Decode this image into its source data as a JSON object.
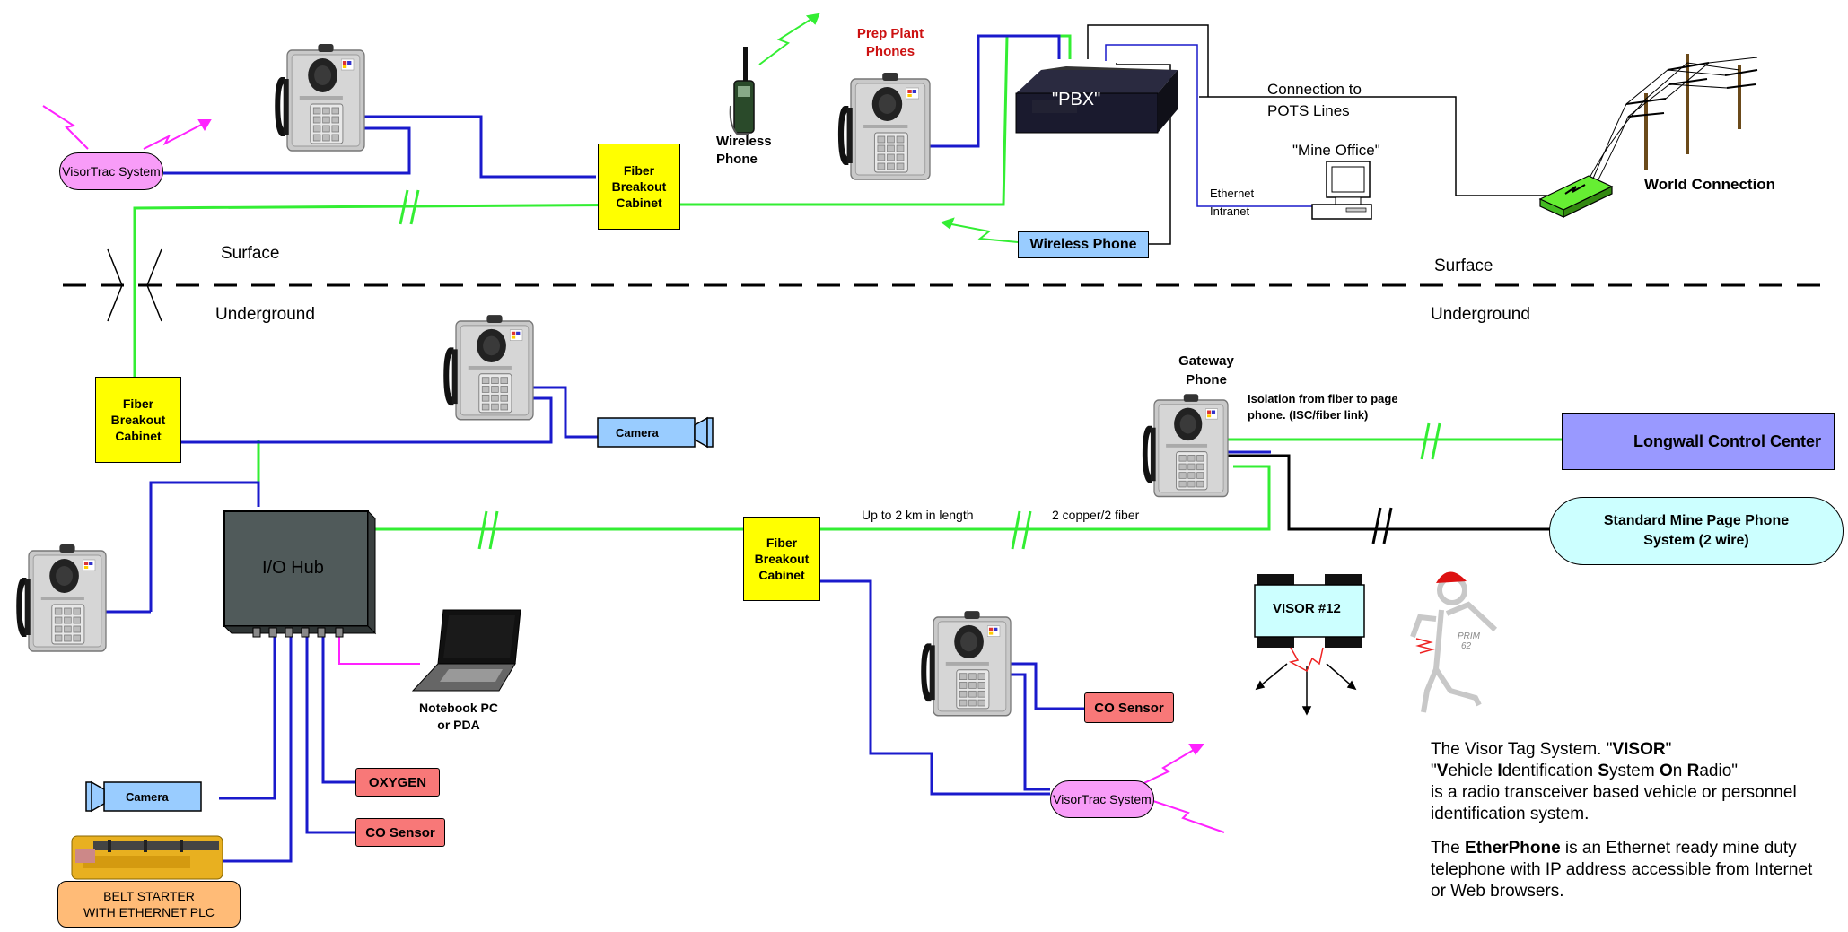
{
  "labels": {
    "prep_plant": "Prep Plant\nPhones",
    "wireless_phone_handset": "Wireless\nPhone",
    "pbx": "\"PBX\"",
    "connection_pots": "Connection to\nPOTS Lines",
    "mine_office": "\"Mine Office\"",
    "ethernet": "Ethernet",
    "intranet": "Intranet",
    "world_connection": "World Connection",
    "wireless_phone_box": "Wireless Phone",
    "visortrac_top": "VisorTrac\nSystem",
    "fiber_top": "Fiber\nBreakout\nCabinet",
    "surface_left": "Surface",
    "underground_left": "Underground",
    "surface_right": "Surface",
    "underground_right": "Underground",
    "fiber_left": "Fiber\nBreakout\nCabinet",
    "camera_mid": "Camera",
    "io_hub": "I/O Hub",
    "notebook": "Notebook PC\nor PDA",
    "oxygen": "OXYGEN",
    "co_sensor_left": "CO Sensor",
    "camera_bottom": "Camera",
    "belt_starter": "BELT STARTER\nWITH ETHERNET PLC",
    "fiber_mid": "Fiber\nBreakout\nCabinet",
    "up_to_2km": "Up to 2 km in length",
    "copper_fiber": "2 copper/2 fiber",
    "co_sensor_mid": "CO Sensor",
    "visortrac_bottom": "VisorTrac\nSystem",
    "gateway_phone": "Gateway\nPhone",
    "isolation": "Isolation from fiber to page\nphone. (ISC/fiber link)",
    "longwall": "Longwall Control Center",
    "page_phone": "Standard Mine Page Phone\nSystem (2 wire)",
    "visor12": "VISOR #12",
    "prim_tag": "PRIM\n62"
  },
  "description": {
    "visor_intro": "The Visor Tag System. \"",
    "visor_bold": "VISOR",
    "visor_quote_end": "\"",
    "v1": "V",
    "v1r": "ehicle ",
    "v2": "I",
    "v2r": "dentification ",
    "v3": "S",
    "v3r": "ystem ",
    "v4": "O",
    "v4r": "n ",
    "v5": "R",
    "v5r": "adio\"",
    "visor_rest": "is a radio transceiver based vehicle or personnel identification system.",
    "ether_intro": "The ",
    "ether_bold": "EtherPhone",
    "ether_rest": " is an Ethernet ready mine duty telephone with IP address accessible from Internet or Web browsers."
  },
  "colors": {
    "green_line": "#33ee33",
    "blue_line": "#1a1acc",
    "magenta": "#ff22ff",
    "yellow_box": "#ffff00",
    "red_box": "#f87878",
    "longwall_box": "#9999ff",
    "page_phone_box": "#ccffff",
    "wireless_box": "#99ccff",
    "camera_box": "#99ccff",
    "belt_box": "#ffbb77"
  },
  "icons": [
    "mine-phone-icon",
    "wireless-handset-icon",
    "pbx-unit-icon",
    "desktop-computer-icon",
    "utility-pole-icon",
    "router-icon",
    "laptop-icon",
    "camera-icon",
    "belt-starter-icon",
    "vehicle-icon",
    "person-icon",
    "radio-signal-icon"
  ]
}
